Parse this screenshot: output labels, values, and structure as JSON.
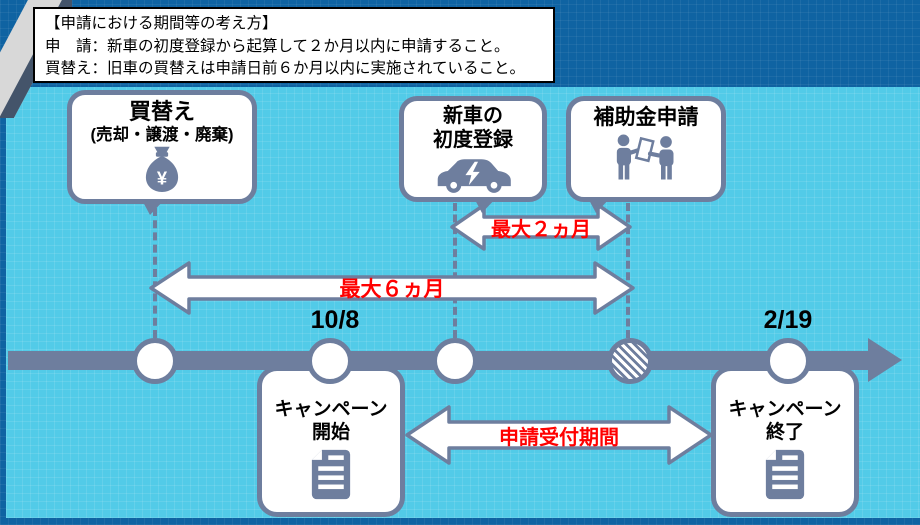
{
  "colors": {
    "background_top": "#0f63a2",
    "background_main": "#52cbe8",
    "steel": "#6e7e9e",
    "accent_red": "#ff0000"
  },
  "note": {
    "line1": "【申請における期間等の考え方】",
    "line2": "申　請：新車の初度登録から起算して２か月以内に申請すること。",
    "line3": "買替え：旧車の買替えは申請日前６か月以内に実施されていること。"
  },
  "events": {
    "replace": {
      "title": "買替え",
      "subtitle": "(売却・譲渡・廃棄)",
      "icon": "money-bag-icon"
    },
    "register": {
      "line1": "新車の",
      "line2": "初度登録",
      "icon": "electric-car-icon"
    },
    "apply": {
      "title": "補助金申請",
      "icon": "handover-people-icon"
    }
  },
  "arrows": {
    "max2": "最大２ヵ月",
    "max6": "最大６ヵ月",
    "reception": "申請受付期間"
  },
  "dates": {
    "start": "10/8",
    "end": "2/19"
  },
  "campaign": {
    "start": {
      "line1": "キャンペーン",
      "line2": "開始",
      "icon": "document-icon"
    },
    "end": {
      "line1": "キャンペーン",
      "line2": "終了",
      "icon": "document-icon"
    }
  },
  "icons": {
    "yen": "¥"
  }
}
